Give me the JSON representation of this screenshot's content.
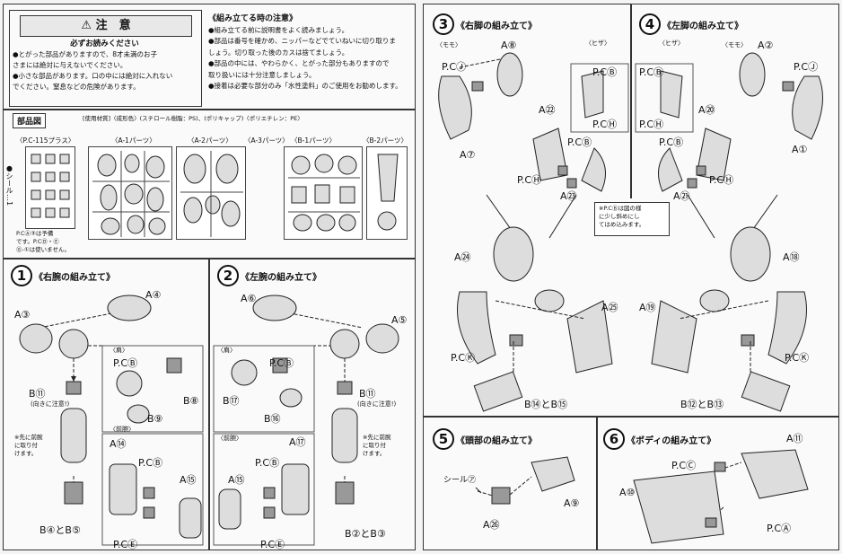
{
  "caution": {
    "title": "⚠ 注　意",
    "subtitle": "必ずお読みください",
    "lines": [
      "●とがった部品がありますので、8才未満のお子",
      "さまには絶対に与えないでください。",
      "●小さな部品があります。口の中には絶対に入れない",
      "でください。窒息などの危険があります。"
    ]
  },
  "notes": {
    "title": "《組み立てる時の注意》",
    "lines": [
      "●組み立てる前に説明書をよく読みましょう。",
      "●部品は番号を確かめ、ニッパーなどでていねいに切り取りま",
      "しょう。切り取った後のカスは捨てましょう。",
      "●部品の中には、やわらかく、とがった部分もありますので",
      "取り扱いには十分注意しましょう。",
      "●接着は必要な部分のみ「水性塗料」のご使用をお勧めします。"
    ]
  },
  "parts": {
    "heading": "部品図",
    "material": "[使用材質]〈成形色〉(スチロール樹脂：PS)、(ポリキャップ)〈ポリエチレン：PE〉",
    "runners": [
      "〈P.C-115プラス〉",
      "〈A-1パーツ〉",
      "〈A-2パーツ〉",
      "〈A-3パーツ〉",
      "〈B-1パーツ〉",
      "〈B-2パーツ〉"
    ],
    "seal": "●シール…1",
    "pc_note": [
      "P.CⒶ③は予備",
      "です。P.CⒹ・Ⓔ",
      "Ⓖ-①は使いません。"
    ]
  },
  "step1": {
    "num": "1",
    "title": "《右腕の組み立て》",
    "labels": [
      "A④",
      "A③",
      "B⑪",
      "(向きに注意!)",
      "P.CⒷ",
      "B⑧",
      "B⑨",
      "A⑭",
      "P.CⒷ",
      "A⑮",
      "P.CⒺ",
      "B④とB⑤"
    ],
    "sub_shoulder": "〈肩〉",
    "sub_forearm": "〈前腕〉",
    "note": [
      "※先に前腕",
      "に取り付",
      "けます。"
    ]
  },
  "step2": {
    "num": "2",
    "title": "《左腕の組み立て》",
    "labels": [
      "A⑥",
      "A⑤",
      "B⑪",
      "(向きに注意!)",
      "P.CⒷ",
      "B⑰",
      "B⑯",
      "A⑰",
      "P.CⒷ",
      "A⑮",
      "P.CⒺ",
      "B②とB③"
    ],
    "sub_shoulder": "〈肩〉",
    "sub_forearm": "〈前腕〉",
    "note": [
      "※先に前腕",
      "に取り付",
      "けます。"
    ]
  },
  "step3": {
    "num": "3",
    "title": "《右脚の組み立て》",
    "thigh": "〈モモ〉",
    "knee": "〈ヒザ〉",
    "labels": [
      "A⑧",
      "P.CⒿ",
      "A⑦",
      "P.CⒷ",
      "P.CⒽ",
      "A㉒",
      "P.CⒷ",
      "P.CⒽ",
      "A㉓",
      "A㉔",
      "A㉕",
      "P.CⓀ",
      "B⑭とB⑮"
    ]
  },
  "step4": {
    "num": "4",
    "title": "《左脚の組み立て》",
    "thigh": "〈モモ〉",
    "knee": "〈ヒザ〉",
    "labels": [
      "A②",
      "P.CⒿ",
      "A①",
      "P.CⒷ",
      "P.CⒽ",
      "A⑳",
      "P.CⒷ",
      "P.CⒽ",
      "A㉑",
      "A⑱",
      "A⑲",
      "P.CⓀ",
      "B⑫とB⑬"
    ]
  },
  "leg_note": [
    "※P.CⒷは図の様",
    "に少し斜めにし",
    "てはめ込みます。"
  ],
  "step5": {
    "num": "5",
    "title": "《頭部の組み立て》",
    "labels": [
      "シール㋐",
      "A⑨",
      "A㉖"
    ]
  },
  "step6": {
    "num": "6",
    "title": "《ボディの組み立て》",
    "labels": [
      "A⑪",
      "P.CⒸ",
      "A⑩",
      "P.CⒶ"
    ]
  }
}
